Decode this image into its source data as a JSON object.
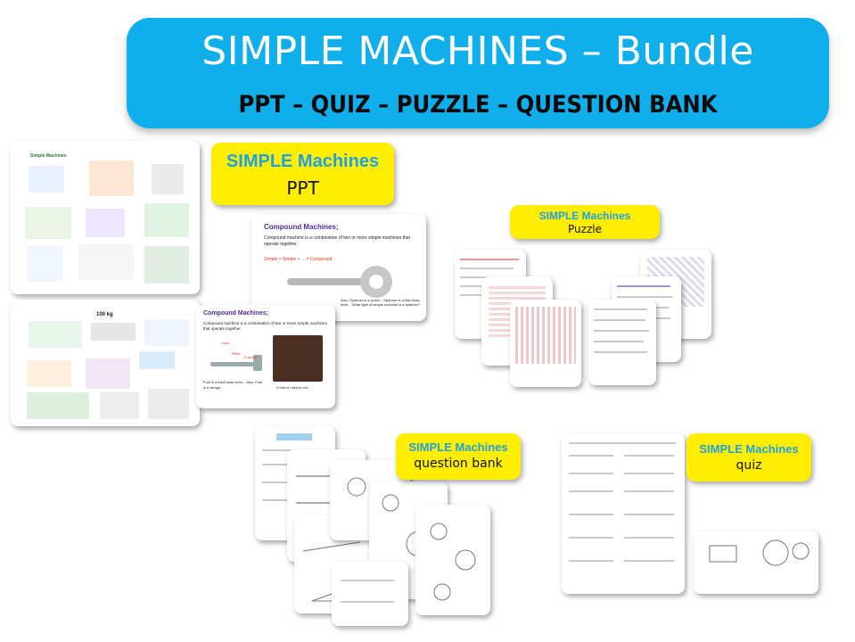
{
  "banner": {
    "title": "SIMPLE MACHINES – Bundle",
    "subtitle": "PPT – QUIZ – PUZZLE – QUESTION BANK"
  },
  "labels": {
    "ppt": {
      "title": "SIMPLE Machines",
      "sub": "PPT"
    },
    "puzzle": {
      "title": "SIMPLE Machines",
      "sub": "Puzzle"
    },
    "question_bank": {
      "title": "SIMPLE Machines",
      "sub": "question bank"
    },
    "quiz": {
      "title": "SIMPLE Machines",
      "sub": "quiz"
    }
  },
  "slides": {
    "compound1": {
      "heading": "Compound Machines;",
      "body": "Compound machine is a combination of two or more simple machines that operate together.",
      "equation": "Simple + Simple + ... = Compound",
      "caption": "Also, Spanner is a screw... Spanner is a first class lever... What type of simple machine is a spanner?"
    },
    "compound2": {
      "heading": "Compound Machines;",
      "body": "Compound machine is a combination of two or more simple machines that operate together.",
      "fork_caption": "Fork is a third class lever... Also, Fork is a wedge...",
      "knife_caption": "A fork is used to cut...",
      "fork_labels": [
        "Load",
        "Effort",
        "Fulcrum"
      ]
    },
    "overview": {
      "heading": "Simple Machines",
      "weight": "100 kg"
    }
  },
  "colors": {
    "banner": "#10aeea",
    "label_bg": "#ffee00",
    "label_title": "#1fa1e4"
  }
}
